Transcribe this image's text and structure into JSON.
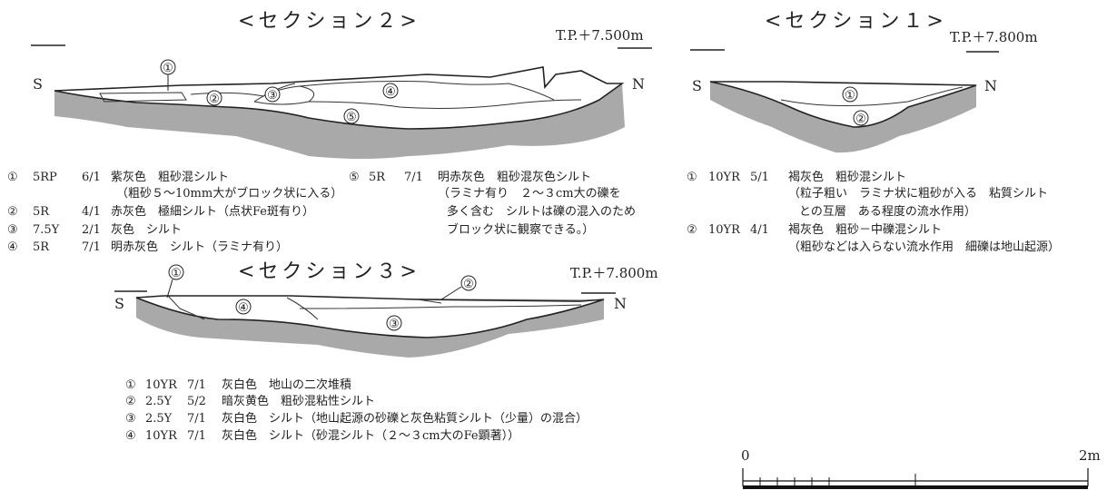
{
  "section2": {
    "title": "<セクション２>",
    "tp": "T.P.＋7.500m",
    "south": "S",
    "north": "N",
    "markers": [
      "①",
      "②",
      "③",
      "④",
      "⑤"
    ],
    "legend": [
      {
        "num": "①",
        "code": "5RP",
        "value": "6/1",
        "desc": "紫灰色　粗砂混シルト",
        "note": "（粗砂５～10mm大がブロック状に入る）"
      },
      {
        "num": "②",
        "code": "5R",
        "value": "4/1",
        "desc": "赤灰色　極細シルト（点状Fe斑有り）",
        "note": ""
      },
      {
        "num": "③",
        "code": "7.5Y",
        "value": "2/1",
        "desc": "灰色　シルト",
        "note": ""
      },
      {
        "num": "④",
        "code": "5R",
        "value": "7/1",
        "desc": "明赤灰色　シルト（ラミナ有り）",
        "note": ""
      },
      {
        "num": "⑤",
        "code": "5R",
        "value": "7/1",
        "desc": "明赤灰色　粗砂混灰色シルト",
        "note": "（ラミナ有り　２～３cm大の礫を",
        "note2": "多く含む　シルトは礫の混入のため",
        "note3": "ブロック状に観察できる。）"
      }
    ]
  },
  "section1": {
    "title": "<セクション１>",
    "tp": "T.P.＋7.800m",
    "south": "S",
    "north": "N",
    "markers": [
      "①",
      "②"
    ],
    "legend": [
      {
        "num": "①",
        "code": "10YR",
        "value": "5/1",
        "desc": "褐灰色　粗砂混シルト",
        "note": "（粒子粗い　ラミナ状に粗砂が入る　粘質シルト",
        "note2": "との互層　ある程度の流水作用）"
      },
      {
        "num": "②",
        "code": "10YR",
        "value": "4/1",
        "desc": "褐灰色　粗砂－中礫混シルト",
        "note": "（粗砂などは入らない流水作用　細礫は地山起源）"
      }
    ]
  },
  "section3": {
    "title": "<セクション３>",
    "tp": "T.P.＋7.800m",
    "south": "S",
    "north": "N",
    "markers": [
      "①",
      "②",
      "③",
      "④"
    ],
    "legend": [
      {
        "num": "①",
        "code": "10YR",
        "value": "7/1",
        "desc": "灰白色　地山の二次堆積"
      },
      {
        "num": "②",
        "code": "2.5Y",
        "value": "5/2",
        "desc": "暗灰黄色　粗砂混粘性シルト"
      },
      {
        "num": "③",
        "code": "2.5Y",
        "value": "7/1",
        "desc": "灰白色　シルト（地山起源の砂礫と灰色粘質シルト（少量）の混合）"
      },
      {
        "num": "④",
        "code": "10YR",
        "value": "7/1",
        "desc": "灰白色　シルト（砂混シルト（２～３cm大のFe顕著））"
      }
    ]
  },
  "scale": {
    "start": "0",
    "end": "2m"
  }
}
